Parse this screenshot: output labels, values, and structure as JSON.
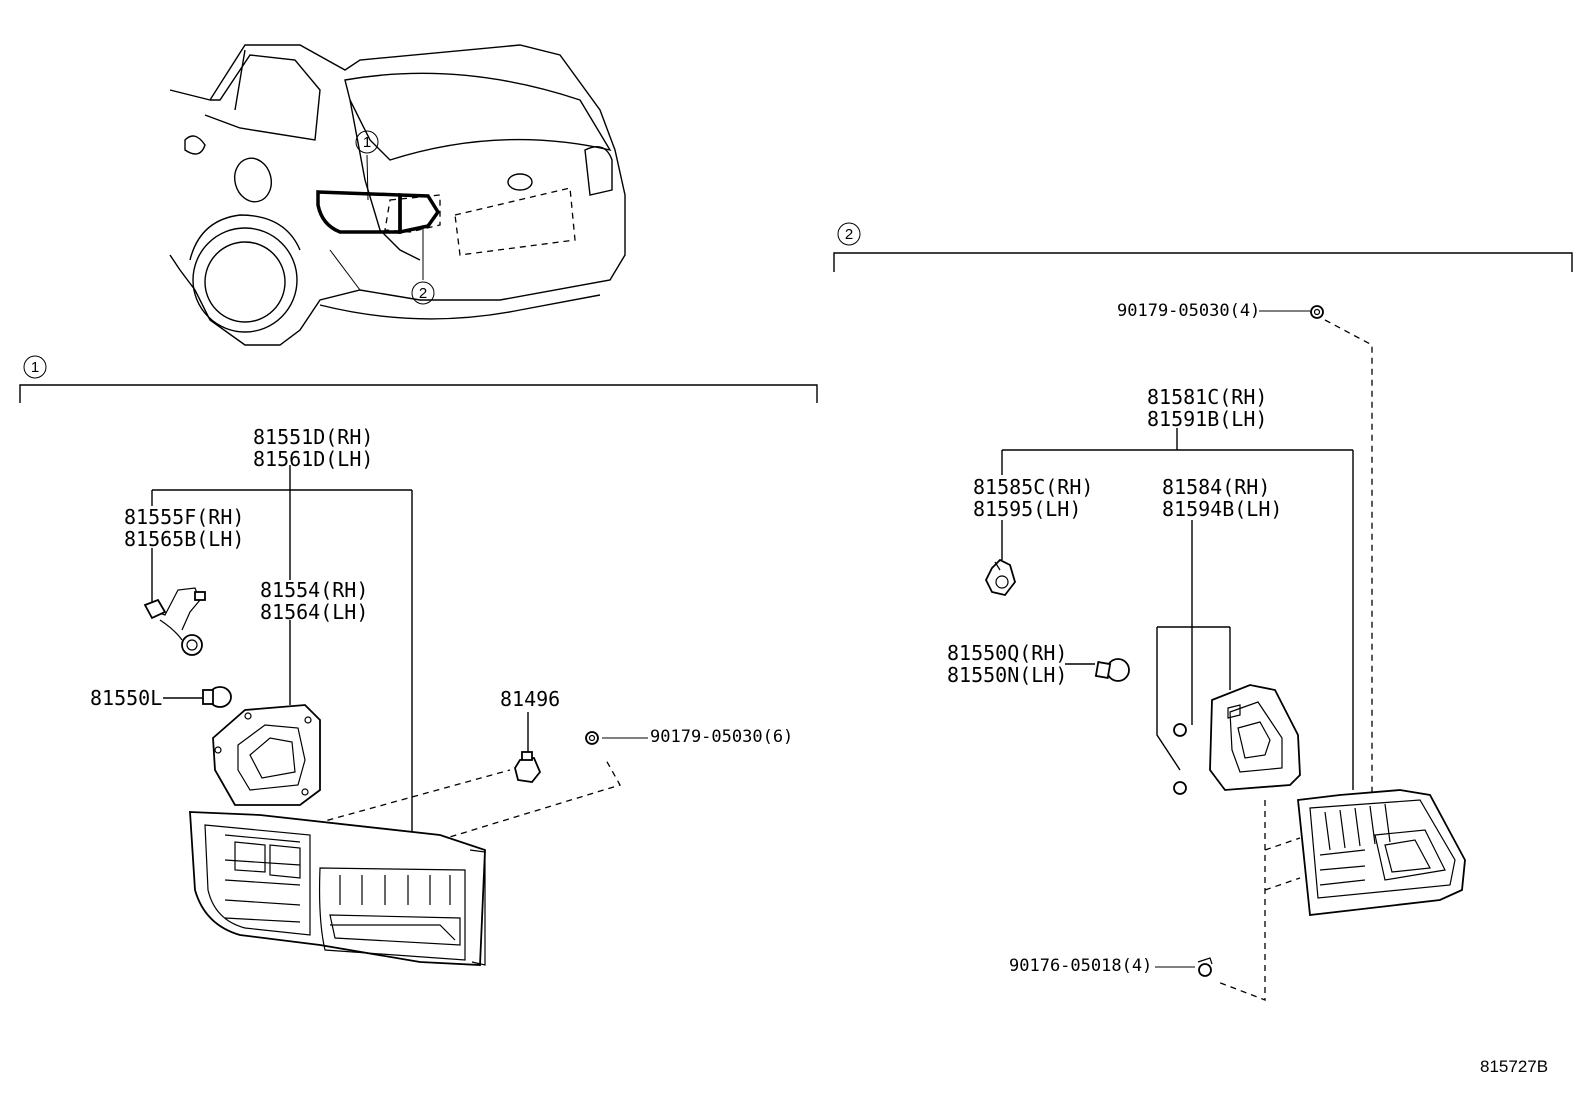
{
  "diagram_id": "815727B",
  "callouts": {
    "one": "1",
    "two": "2"
  },
  "group1": {
    "assembly": {
      "rh": "81551D(RH)",
      "lh": "81561D(LH)"
    },
    "socket_wire": {
      "rh": "81555F(RH)",
      "lh": "81565B(LH)"
    },
    "gasket": {
      "rh": "81554(RH)",
      "lh": "81564(LH)"
    },
    "bulb": "81550L",
    "clip": "81496",
    "nut": "90179-05030(6)"
  },
  "group2": {
    "nut": "90179-05030(4)",
    "assembly": {
      "rh": "81581C(RH)",
      "lh": "81591B(LH)"
    },
    "socket": {
      "rh": "81585C(RH)",
      "lh": "81595(LH)"
    },
    "gasket": {
      "rh": "81584(RH)",
      "lh": "81594B(LH)"
    },
    "bulb": {
      "rh": "81550Q(RH)",
      "lh": "81550N(LH)"
    },
    "screw": "90176-05018(4)"
  }
}
